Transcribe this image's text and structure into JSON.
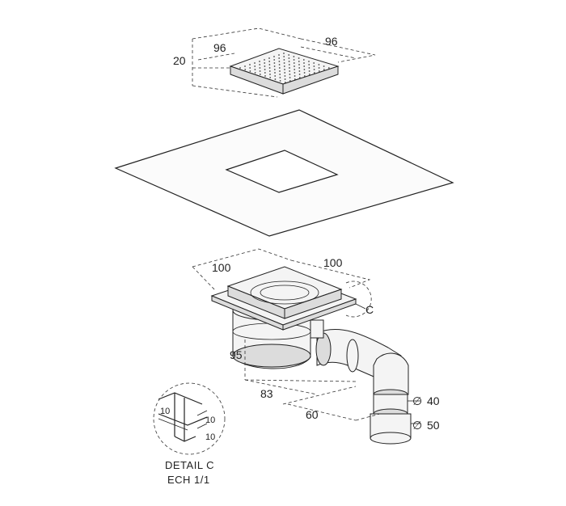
{
  "grate": {
    "width_label": "96",
    "depth_label": "96",
    "height_label": "20"
  },
  "body": {
    "width_label": "100",
    "depth_label": "100",
    "height_label": "95",
    "callout_label": "C",
    "offset_label": "83",
    "outlet_offset_label": "60",
    "outlet_small_diameter": "40",
    "outlet_large_diameter": "50",
    "diameter_symbol": "∅"
  },
  "detail": {
    "dim_top": "10",
    "dim_right_top": "10",
    "dim_right_bottom": "10",
    "title_line1": "DETAIL C",
    "title_line2": "ECH 1/1"
  }
}
